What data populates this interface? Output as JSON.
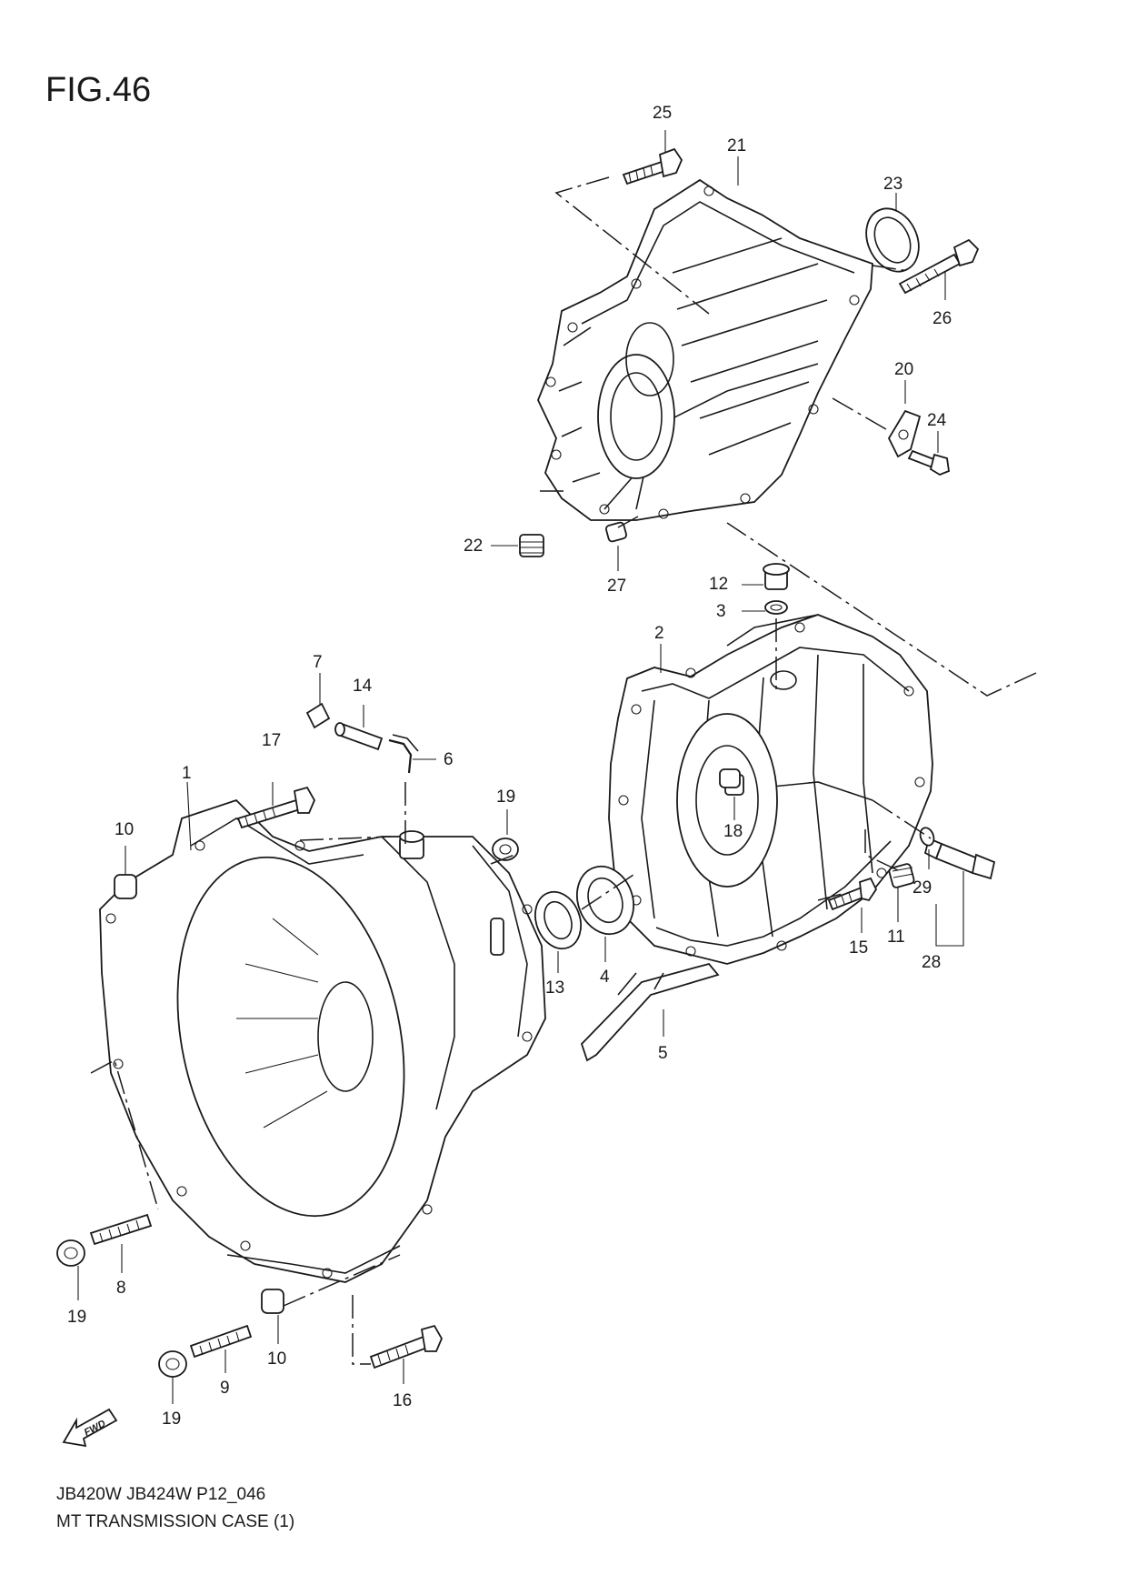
{
  "figure_title": "FIG.46",
  "footer": {
    "model_line": "JB420W JB424W P12_046",
    "caption": "MT TRANSMISSION CASE (1)"
  },
  "fwd_label": "FWD",
  "callouts": [
    {
      "id": "c25",
      "text": "25"
    },
    {
      "id": "c21",
      "text": "21"
    },
    {
      "id": "c23",
      "text": "23"
    },
    {
      "id": "c26",
      "text": "26"
    },
    {
      "id": "c20",
      "text": "20"
    },
    {
      "id": "c24",
      "text": "24"
    },
    {
      "id": "c22",
      "text": "22"
    },
    {
      "id": "c27",
      "text": "27"
    },
    {
      "id": "c12",
      "text": "12"
    },
    {
      "id": "c3",
      "text": "3"
    },
    {
      "id": "c2",
      "text": "2"
    },
    {
      "id": "c7",
      "text": "7"
    },
    {
      "id": "c14",
      "text": "14"
    },
    {
      "id": "c6",
      "text": "6"
    },
    {
      "id": "c17",
      "text": "17"
    },
    {
      "id": "c1",
      "text": "1"
    },
    {
      "id": "c10a",
      "text": "10"
    },
    {
      "id": "c19a",
      "text": "19"
    },
    {
      "id": "c18",
      "text": "18"
    },
    {
      "id": "c29",
      "text": "29"
    },
    {
      "id": "c15",
      "text": "15"
    },
    {
      "id": "c11",
      "text": "11"
    },
    {
      "id": "c28",
      "text": "28"
    },
    {
      "id": "c13",
      "text": "13"
    },
    {
      "id": "c4",
      "text": "4"
    },
    {
      "id": "c5",
      "text": "5"
    },
    {
      "id": "c8",
      "text": "8"
    },
    {
      "id": "c19b",
      "text": "19"
    },
    {
      "id": "c10b",
      "text": "10"
    },
    {
      "id": "c9",
      "text": "9"
    },
    {
      "id": "c16",
      "text": "16"
    },
    {
      "id": "c19c",
      "text": "19"
    }
  ]
}
